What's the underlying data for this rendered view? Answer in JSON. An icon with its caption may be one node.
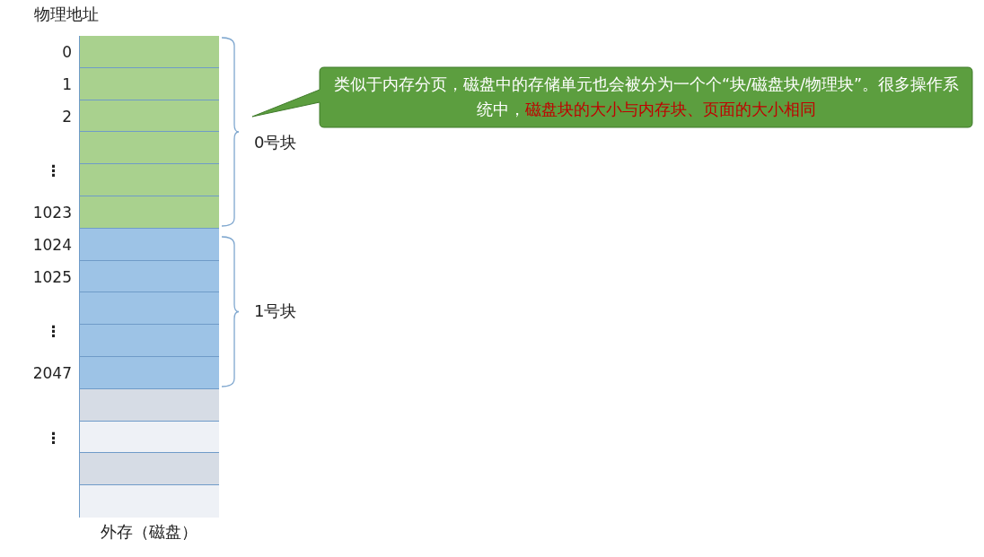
{
  "diagram": {
    "nodes": [
      {
        "text": [
          "外存（磁盘）"
        ]
      },
      {
        "text": [],
        "shape": "box",
        "in": 0
      },
      {
        "text": [],
        "shape": "box",
        "in": 0
      },
      {
        "text": [],
        "shape": "box",
        "in": 0
      },
      {
        "text": [],
        "shape": "box",
        "in": 0
      },
      {
        "text": [],
        "shape": "box",
        "in": 0
      },
      {
        "text": [],
        "shape": "box",
        "in": 0
      },
      {
        "text": [],
        "shape": "box",
        "in": 0
      },
      {
        "text": [],
        "shape": "box",
        "in": 0
      },
      {
        "text": [],
        "shape": "box",
        "in": 0
      },
      {
        "text": [],
        "shape": "box",
        "in": 0
      },
      {
        "text": [],
        "shape": "box",
        "in": 0
      },
      {
        "text": [],
        "shape": "box",
        "in": 0
      },
      {
        "text": [],
        "shape": "box",
        "in": 0
      },
      {
        "text": [],
        "shape": "box",
        "in": 0
      },
      {
        "text": [],
        "shape": "box",
        "in": 0
      },
      {
        "text": [
          "类似于内存分页，磁盘中的存储单元也会被分为一个个“块/磁盘块/物理块”。很多操作系统中，",
          "磁盘块的大小与内存块、页面的大小相同"
        ]
      }
    ],
    "edges": [],
    "labels": [
      "物理地址",
      "0",
      "1",
      "2",
      "⋮",
      "1023",
      "1024",
      "1025",
      "⋮",
      "2047",
      "⋮",
      "0号块",
      "1号块"
    ]
  }
}
